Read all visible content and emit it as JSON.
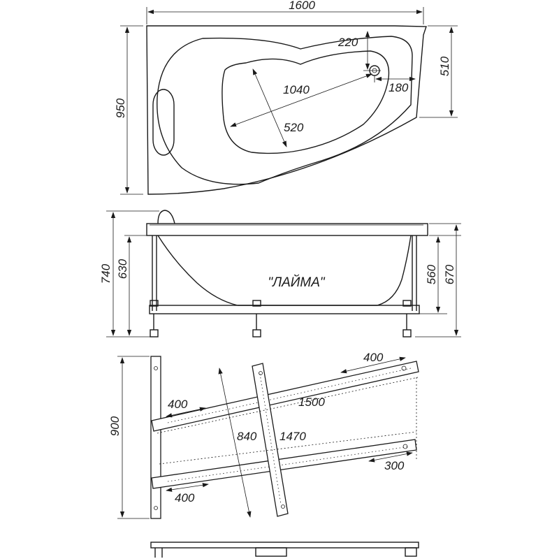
{
  "top_view": {
    "overall_length": "1600",
    "overall_width": "950",
    "right_end_width": "510",
    "drain_offset_top": "220",
    "drain_offset_right": "180",
    "bowl_length": "1040",
    "bowl_width": "520"
  },
  "side_view": {
    "model_name": "\"ЛАЙМА\"",
    "total_height": "740",
    "rim_height": "630",
    "inner_height": "560",
    "frame_height": "670"
  },
  "frame_view": {
    "frame_width": "900",
    "leg_offset_top_right": "400",
    "leg_offset_top_left": "400",
    "leg_offset_bottom_left": "400",
    "leg_offset_bottom_right": "300",
    "upper_beam_length": "1500",
    "lower_beam_length": "1470",
    "cross_beam_length": "840"
  }
}
